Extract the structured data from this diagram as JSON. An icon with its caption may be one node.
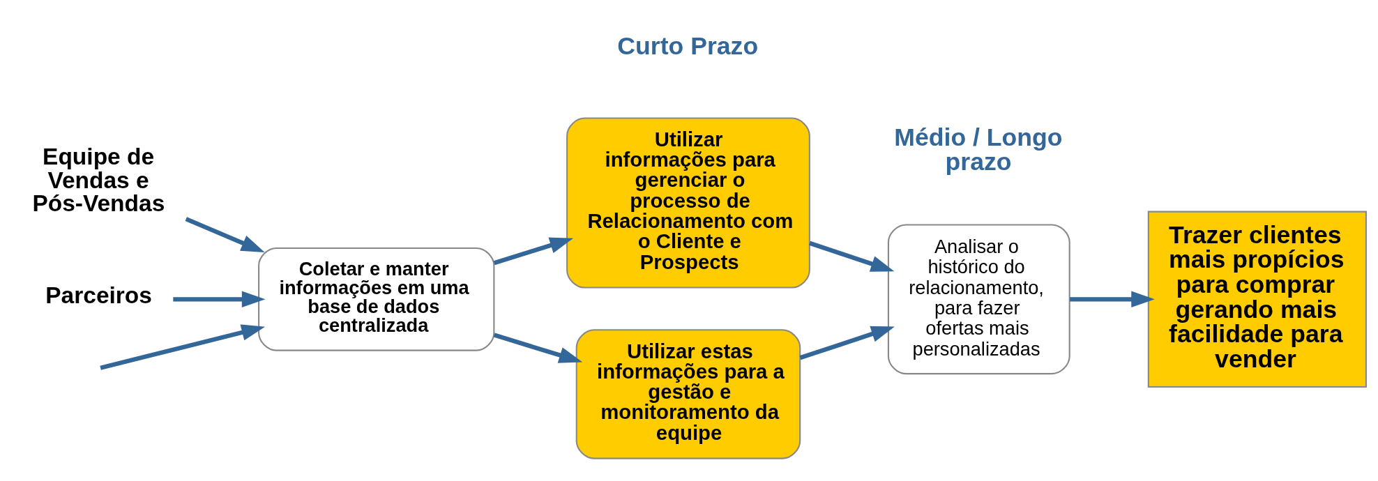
{
  "diagram": {
    "nodes": [
      {
        "text": [
          "Equipe de Vendas e Pós-Vendas"
        ]
      },
      {
        "text": [
          "Parceiros"
        ]
      },
      {
        "text": [
          "Coletar e manter informações em uma base de dados centralizada"
        ]
      },
      {
        "text": [
          "Utilizar informações para gerenciar o processo de Relacionamento com o Cliente e Prospects"
        ]
      },
      {
        "text": [
          "Utilizar estas informações para a gestão e monitoramento da equipe"
        ]
      },
      {
        "text": [
          "Analisar o histórico do relacionamento, para fazer ofertas mais personalizadas"
        ]
      },
      {
        "text": [
          "Trazer clientes mais propícios para comprar gerando mais facilidade para vender"
        ]
      }
    ],
    "edges": [
      {
        "from": 0,
        "to": 2,
        "arrow": "to"
      },
      {
        "from": null,
        "to": 2,
        "arrow": "to"
      },
      {
        "from": 1,
        "to": 2,
        "arrow": "to"
      },
      {
        "from": 2,
        "to": 3,
        "arrow": "to"
      },
      {
        "from": 2,
        "to": 4,
        "arrow": "to"
      },
      {
        "from": 3,
        "to": 5,
        "arrow": "to"
      },
      {
        "from": 4,
        "to": 5,
        "arrow": "to"
      },
      {
        "from": 5,
        "to": 6,
        "arrow": "to"
      }
    ],
    "labels": [
      "Curto Prazo",
      "Médio / Longo prazo"
    ]
  }
}
